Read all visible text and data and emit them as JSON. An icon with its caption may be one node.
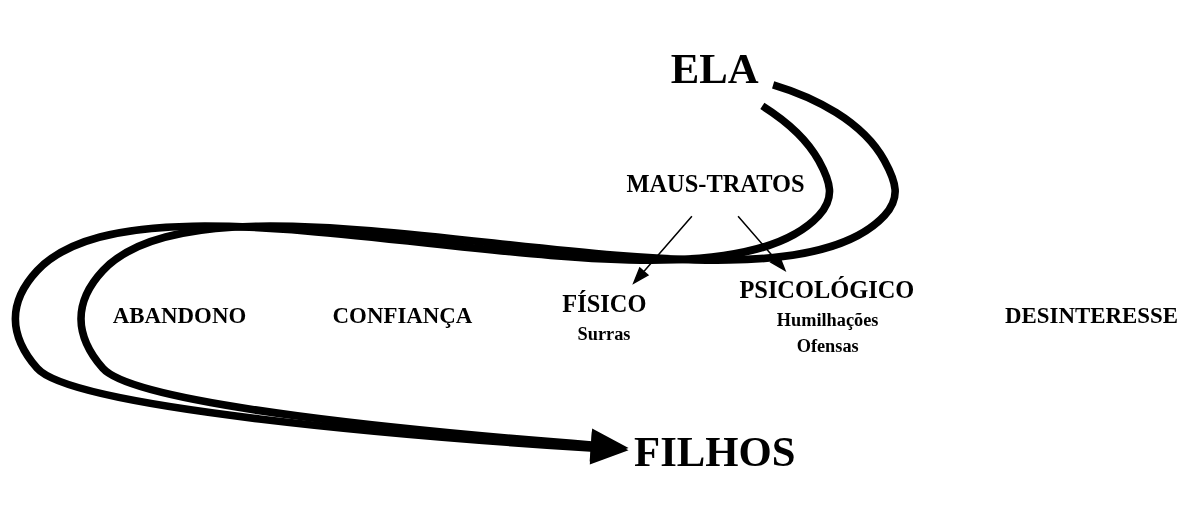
{
  "diagram": {
    "nodes": [
      {
        "text": [
          "ELA"
        ]
      },
      {
        "text": [
          "MAUS-TRATOS"
        ]
      },
      {
        "text": [
          "FÍSICO"
        ],
        "beside": [
          "Surras"
        ]
      },
      {
        "text": [
          "PSICOLÓGICO"
        ],
        "beside": [
          "Humilhações",
          "Ofensas"
        ]
      },
      {
        "text": [
          "FILHOS"
        ]
      }
    ],
    "edges": [
      {
        "from": 1,
        "to": 2,
        "arrow": "to"
      },
      {
        "from": 1,
        "to": 3,
        "arrow": "to"
      },
      {
        "from": 0,
        "to": 4,
        "arrow": "to",
        "style": "thick"
      },
      {
        "from": 0,
        "to": 4,
        "arrow": "to",
        "style": "thick"
      }
    ],
    "labels": [
      "ABANDONO",
      "CONFIANÇA",
      "DESINTERESSE"
    ]
  }
}
